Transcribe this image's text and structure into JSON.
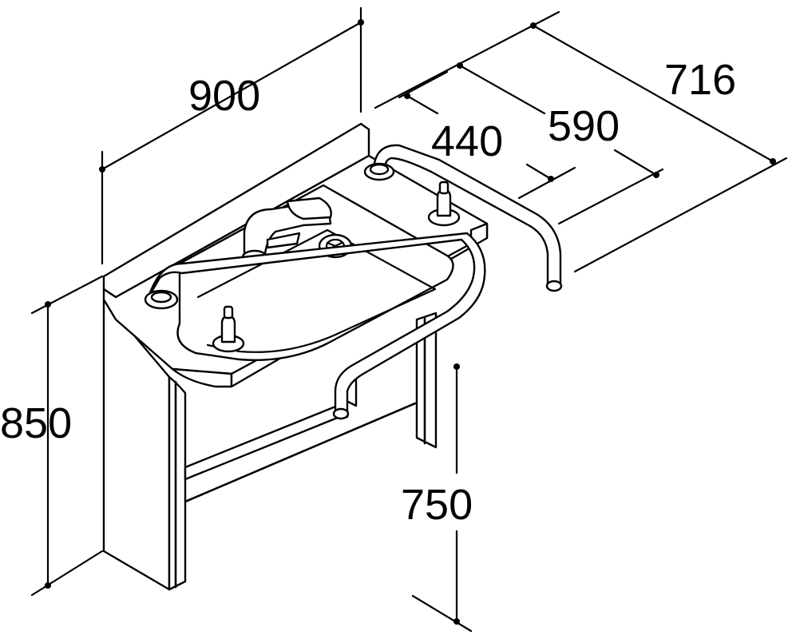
{
  "dimensions": {
    "width": "900",
    "height_total": "850",
    "height_under": "750",
    "depth_total": "716",
    "depth_mid": "590",
    "depth_inner": "440"
  },
  "colors": {
    "line": "#000000",
    "background": "#ffffff"
  }
}
